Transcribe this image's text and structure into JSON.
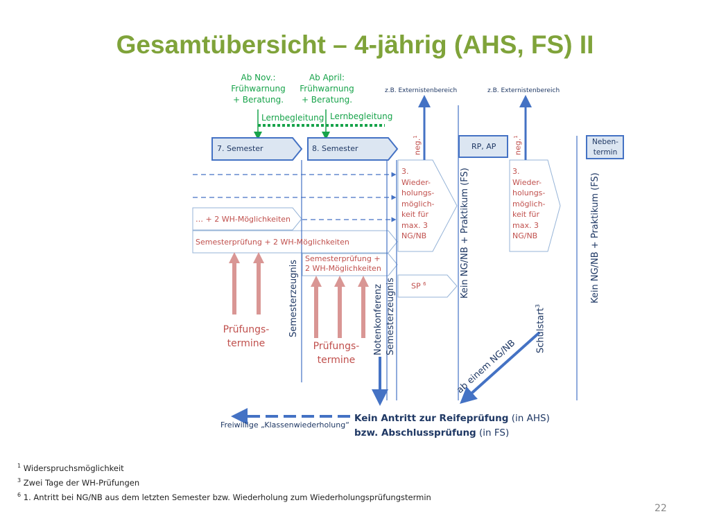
{
  "title": "Gesamtübersicht – 4-jährig (AHS, FS) II",
  "top_notes": {
    "nov": [
      "Ab Nov.:",
      "Frühwarnung",
      "+ Beratung."
    ],
    "april": [
      "Ab April:",
      "Frühwarnung",
      "+ Beratung."
    ],
    "lernbegleitung_1": "Lernbegleitung",
    "lernbegleitung_2": "Lernbegleitung",
    "extern_1": "z.B. Externistenbereich",
    "extern_2": "z.B. Externistenbereich"
  },
  "boxes": {
    "sem7": "7. Semester",
    "sem8": "8. Semester",
    "rp_ap": "RP, AP",
    "nebentermin": [
      "Neben-",
      "termin"
    ],
    "wh_moeglichkeiten": "… + 2 WH-Möglichkeiten",
    "semesterpruefung_1": "Semesterprüfung + 2 WH-Möglichkeiten",
    "semesterpruefung_2": [
      "Semesterprüfung +",
      "2 WH-Möglichkeiten"
    ],
    "wiederholung_1": [
      "3.",
      "Wieder-",
      "holungs-",
      "möglich-",
      "keit für",
      "max. 3",
      "NG/NB"
    ],
    "wiederholung_2": [
      "3.",
      "Wieder-",
      "holungs-",
      "möglich-",
      "keit für",
      "max. 3",
      "NG/NB"
    ],
    "sp": "SP",
    "sp_sup": "6"
  },
  "vertical_labels": {
    "neg1": "neg.",
    "neg2": "neg.",
    "neg_sup": "1",
    "semesterzeugnis_1": "Semesterzeugnis",
    "notenkonferenz": "Notenkonferenz",
    "semesterzeugnis_2": "Semesterzeugnis",
    "kein_ng_1": "Kein NG/NB + Praktikum (FS)",
    "kein_ng_2": "Kein NG/NB + Praktikum (FS)",
    "schulstart": "Schulstart",
    "schulstart_sup": "3",
    "ab_einem": "ab einem NG/NB"
  },
  "pruefungstermine_1": [
    "Prüfungs-",
    "termine"
  ],
  "pruefungstermine_2": [
    "Prüfungs-",
    "termine"
  ],
  "bottom": {
    "freiwillig": "Freiwillige „Klassenwiederholung“",
    "kein_antritt_bold": "Kein Antritt zur Reifeprüfung",
    "kein_antritt_rest": " (in AHS)",
    "bzw_bold": "bzw. Abschlussprüfung",
    "bzw_rest": " (in FS)"
  },
  "footnotes": [
    {
      "sup": "1",
      "text": " Widerspruchsmöglichkeit"
    },
    {
      "sup": "3",
      "text": " Zwei Tage der WH-Prüfungen"
    },
    {
      "sup": "6",
      "text": " 1. Antritt bei NG/NB aus dem letzten Semester bzw. Wiederholung zum Wiederholungsprüfungstermin"
    }
  ],
  "page_number": "22",
  "colors": {
    "title": "#7fa33a",
    "green": "#17a34a",
    "blue": "#4472c4",
    "navy": "#1f3864",
    "red": "#c0504d",
    "pink": "#d99694",
    "box_fill": "#dce6f2"
  }
}
